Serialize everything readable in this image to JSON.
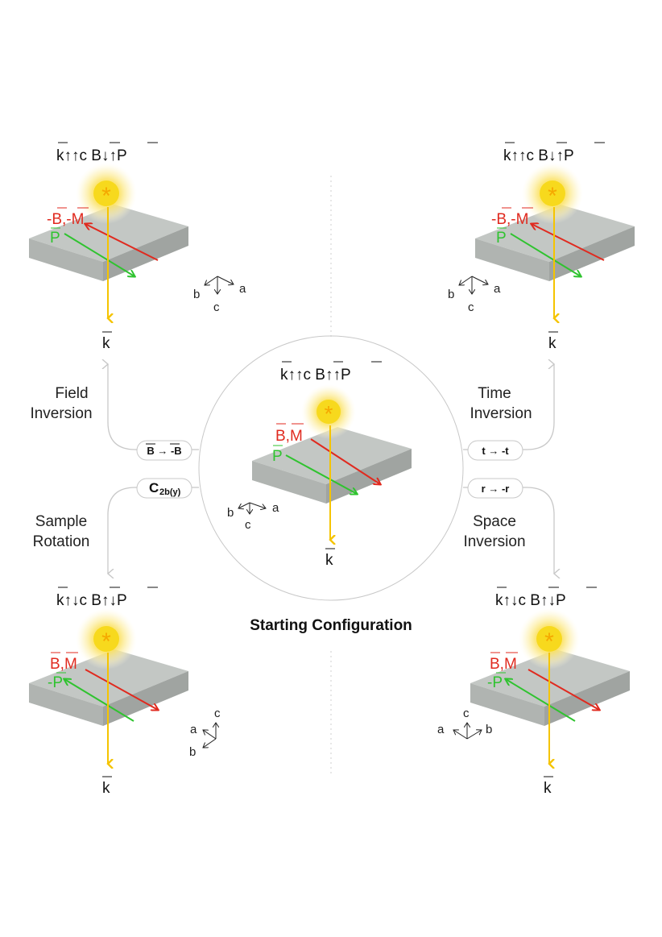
{
  "title": "Starting Configuration",
  "panels": {
    "center": {
      "header": "k↑↑c  B↑↑P",
      "vec1": "B,M",
      "vec2": "P",
      "k": "k",
      "axes": {
        "a": "a",
        "b": "b",
        "c": "c"
      }
    },
    "top_left": {
      "header": "k↑↑c  B↓↑P",
      "vec1": "-B,-M",
      "vec2": "P",
      "k": "k",
      "axes": {
        "a": "a",
        "b": "b",
        "c": "c"
      }
    },
    "top_right": {
      "header": "k↑↑c  B↓↑P",
      "vec1": "-B,-M",
      "vec2": "P",
      "k": "k",
      "axes": {
        "a": "a",
        "b": "b",
        "c": "c"
      }
    },
    "bottom_left": {
      "header": "k↑↓c  B↑↓P",
      "vec1": "B,M",
      "vec2": "-P",
      "k": "k",
      "axes": {
        "a": "a",
        "b": "b",
        "c": "c"
      }
    },
    "bottom_right": {
      "header": "k↑↓c  B↑↓P",
      "vec1": "B,M",
      "vec2": "-P",
      "k": "k",
      "axes": {
        "a": "a",
        "b": "b",
        "c": "c"
      }
    }
  },
  "transformations": {
    "field_inversion": {
      "line1": "Field",
      "line2": "Inversion",
      "op": "B → -B"
    },
    "time_inversion": {
      "line1": "Time",
      "line2": "Inversion",
      "op": "t → -t"
    },
    "sample_rotation": {
      "line1": "Sample",
      "line2": "Rotation",
      "op": "C",
      "op_sub": "2b(y)"
    },
    "space_inversion": {
      "line1": "Space",
      "line2": "Inversion",
      "op": "r → -r"
    }
  },
  "colors": {
    "red": "#e02a1f",
    "green": "#2fc32f",
    "yellow": "#f5c400",
    "slab_top": "#c3c7c4",
    "slab_side": "#a6aaa7"
  }
}
